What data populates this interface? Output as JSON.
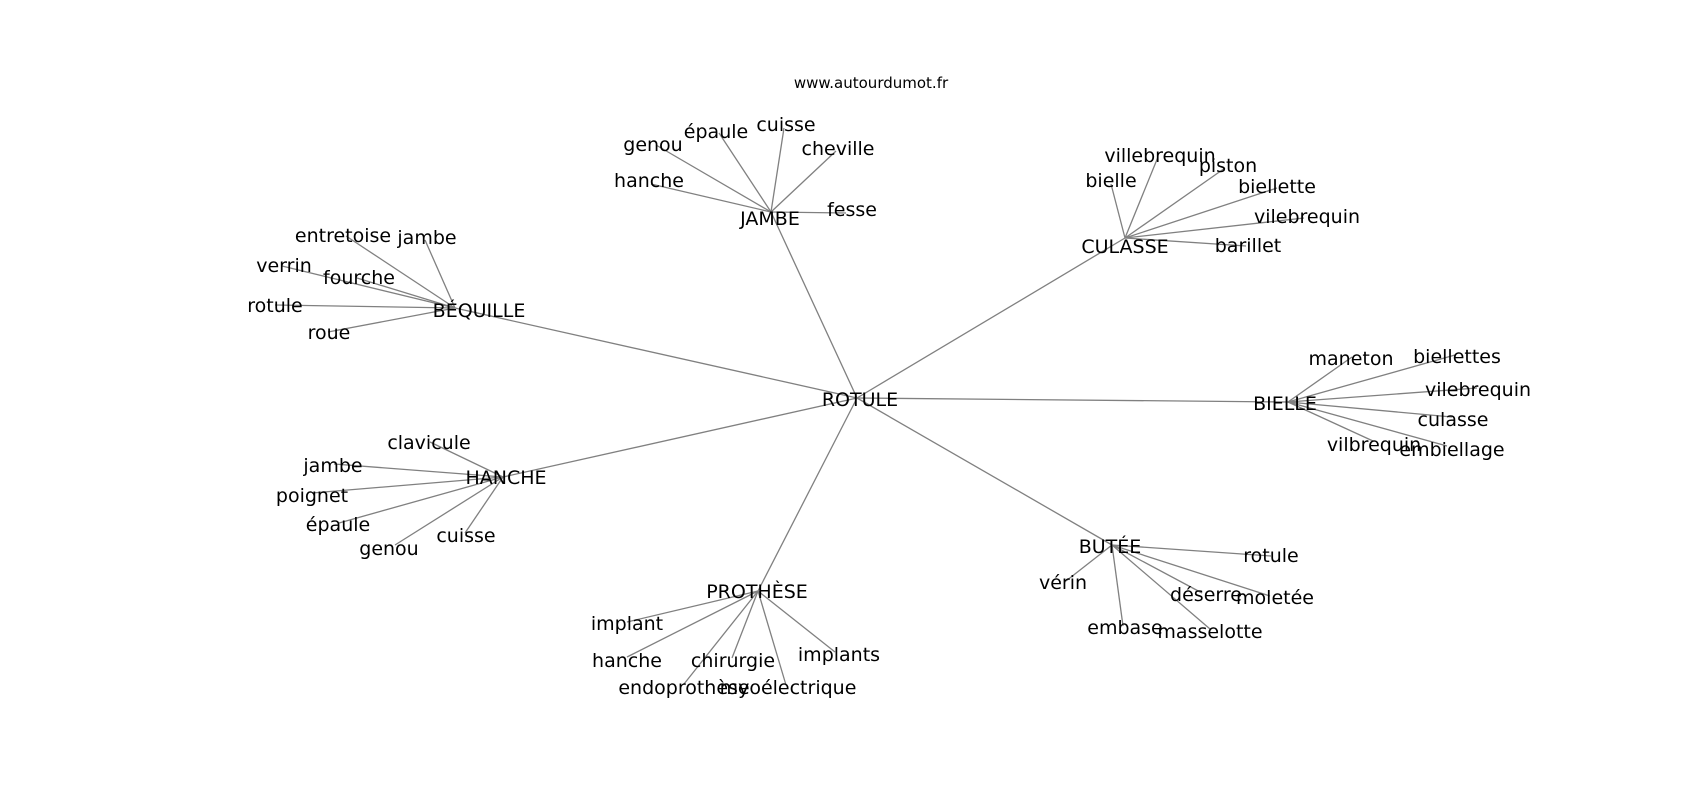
{
  "header": {
    "source": "www.autourdumot.fr"
  },
  "graph": {
    "center": "ROTULE",
    "clusters": [
      {
        "hub": "JAMBE",
        "words": [
          "genou",
          "épaule",
          "cuisse",
          "cheville",
          "hanche",
          "fesse"
        ]
      },
      {
        "hub": "CULASSE",
        "words": [
          "villebrequin",
          "bielle",
          "piston",
          "biellette",
          "vilebrequin",
          "barillet"
        ]
      },
      {
        "hub": "BÉQUILLE",
        "words": [
          "entretoise",
          "jambe",
          "verrin",
          "fourche",
          "rotule",
          "roue"
        ]
      },
      {
        "hub": "BIELLE",
        "words": [
          "maneton",
          "biellettes",
          "vilebrequin",
          "culasse",
          "vilbrequin",
          "embiellage"
        ]
      },
      {
        "hub": "HANCHE",
        "words": [
          "clavicule",
          "jambe",
          "poignet",
          "épaule",
          "genou",
          "cuisse"
        ]
      },
      {
        "hub": "BUTÉE",
        "words": [
          "rotule",
          "vérin",
          "déserre",
          "moletée",
          "embase",
          "masselotte"
        ]
      },
      {
        "hub": "PROTHÈSE",
        "words": [
          "implant",
          "hanche",
          "chirurgie",
          "implants",
          "endoprothèse",
          "myoélectrique"
        ]
      }
    ]
  }
}
